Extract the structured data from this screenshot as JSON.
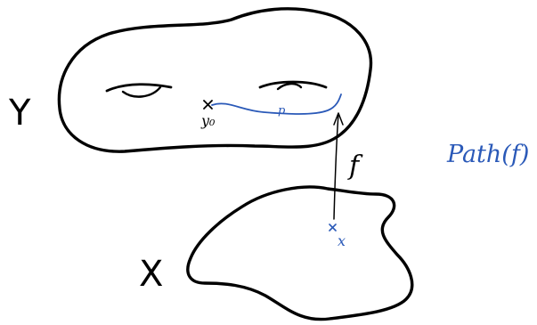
{
  "diagram": {
    "space_Y": {
      "label": "Y",
      "point": {
        "label": "y₀"
      }
    },
    "space_X": {
      "label": "X",
      "point": {
        "label": "x"
      }
    },
    "map": {
      "label": "f"
    },
    "path": {
      "label": "p"
    },
    "title": "Path(f)",
    "colors": {
      "ink": "#000000",
      "accent": "#2a59b8"
    }
  }
}
